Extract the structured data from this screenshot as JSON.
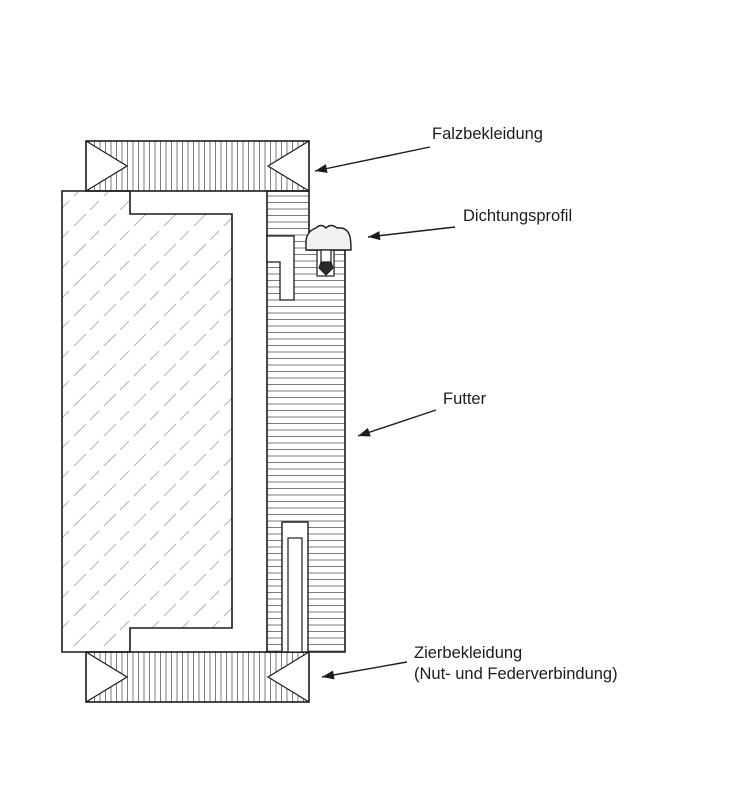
{
  "diagram": {
    "type": "technical-section-door-frame",
    "parts": [
      {
        "id": "falzbekleidung",
        "label": "Falzbekleidung"
      },
      {
        "id": "dichtungsprofil",
        "label": "Dichtungsprofil"
      },
      {
        "id": "futter",
        "label": "Futter"
      },
      {
        "id": "zierbekleidung",
        "label": "Zierbekleidung",
        "label_sub": "(Nut- und Federverbindung)"
      }
    ],
    "colors": {
      "background": "#ffffff",
      "line": "#1c1c1c",
      "hatch_fine": "#5a5a5a",
      "hatch_wall": "#b5b5b5",
      "seal_dark": "#2b2b2b"
    }
  }
}
